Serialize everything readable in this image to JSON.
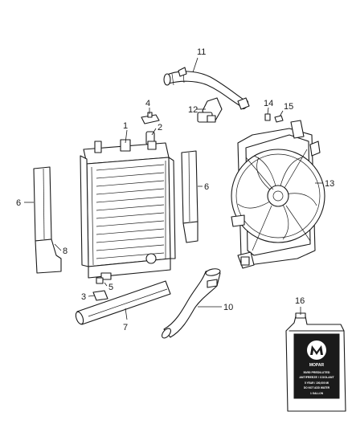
{
  "callouts": {
    "c1": "1",
    "c2": "2",
    "c3": "3",
    "c4": "4",
    "c5": "5",
    "c6a": "6",
    "c6b": "6",
    "c7": "7",
    "c8": "8",
    "c10": "10",
    "c11": "11",
    "c12": "12",
    "c13": "13",
    "c14": "14",
    "c15": "15",
    "c16": "16"
  },
  "jug_label": {
    "brand": "MOPAR",
    "line1": "50/50 PREDILUTED",
    "line2": "ANTIFREEZE / COOLANT",
    "line3": "5 YEAR / 100,000 MI",
    "line4": "DO NOT ADD WATER",
    "line5": "1 GALLON"
  }
}
